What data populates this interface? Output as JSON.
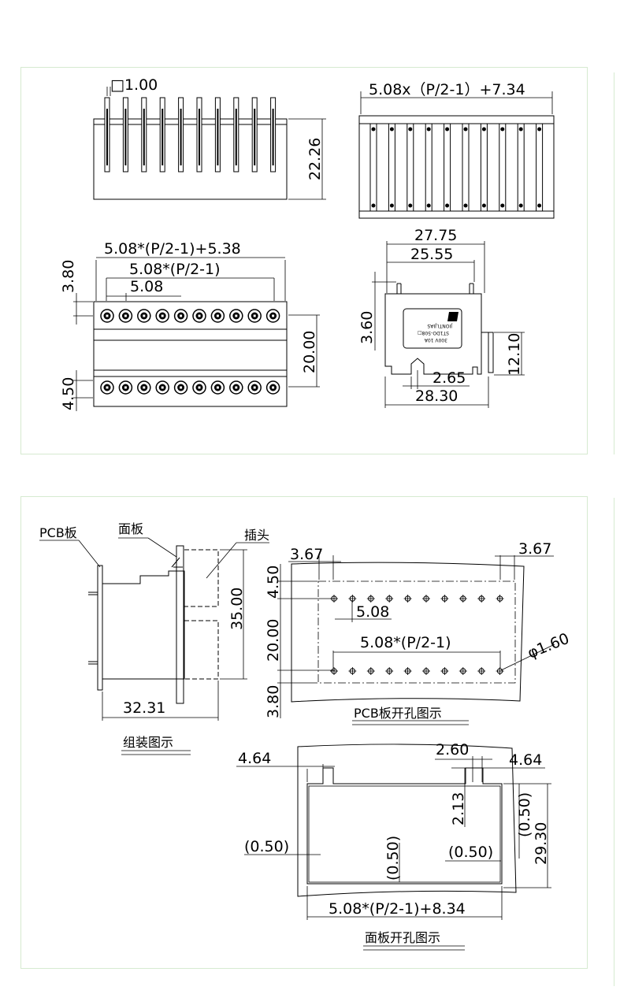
{
  "top": {
    "pin_square": "□1.00",
    "height_22": "22.26",
    "top_width": "5.08x（P/2-1）+7.34",
    "dim_overall": "5.08*(P/2-1)+5.38",
    "dim_pitch_span": "5.08*(P/2-1)",
    "dim_pitch": "5.08",
    "dim_3_80": "3.80",
    "dim_20_00": "20.00",
    "dim_4_50": "4.50",
    "side_27_75": "27.75",
    "side_25_55": "25.55",
    "side_3_60": "3.60",
    "side_12_10": "12.10",
    "side_2_65": "2.65",
    "side_28_30": "28.30",
    "label_line1": "300V 10A",
    "label_line2": "ST1DO-508□",
    "label_line3": "JIONTI,JIAS"
  },
  "bottom": {
    "pcb_board": "PCB板",
    "panel": "面板",
    "plug": "插头",
    "dim_35": "35.00",
    "dim_32_31": "32.31",
    "assembly_caption": "组装图示",
    "pcb_3_67_left": "3.67",
    "pcb_3_67_right": "3.67",
    "pcb_4_50": "4.50",
    "pcb_5_08": "5.08",
    "pcb_20_00": "20.00",
    "pcb_span": "5.08*(P/2-1)",
    "pcb_hole": "φ1.60",
    "pcb_3_80": "3.80",
    "pcb_caption": "PCB板开孔图示",
    "panel_4_64_left": "4.64",
    "panel_2_60": "2.60",
    "panel_4_64_right": "4.64",
    "panel_2_13": "2.13",
    "panel_050_right_v": "(0.50)",
    "panel_29_30": "29.30",
    "panel_050_left": "(0.50)",
    "panel_050_mid": "(0.50)",
    "panel_050_right_h": "(0.50)",
    "panel_width": "5.08*(P/2-1)+8.34",
    "panel_caption": "面板开孔图示"
  }
}
